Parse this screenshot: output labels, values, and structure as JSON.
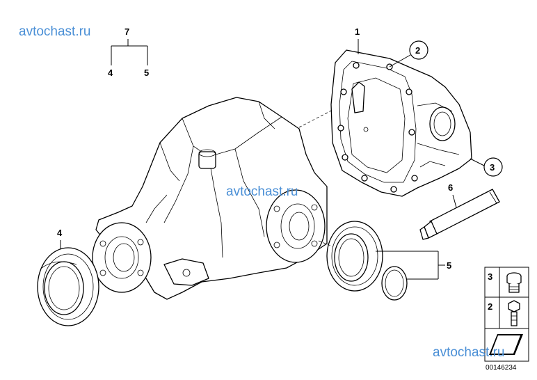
{
  "watermarks": {
    "top_left": "avtochast.ru",
    "center": "avtochast.ru",
    "bottom_right": "avtochast.ru"
  },
  "callouts": {
    "c1": "1",
    "c2": "2",
    "c3": "3",
    "c4": "4",
    "c5": "5",
    "c6": "6",
    "c7": "7",
    "c7_sub_a": "4",
    "c7_sub_b": "5"
  },
  "legend": {
    "row_top": "3",
    "row_middle": "2"
  },
  "diagram_code": "00146234",
  "icons": [
    "screw-plug-icon",
    "bolt-icon",
    "tube-sealant-icon",
    "washer-icon"
  ]
}
